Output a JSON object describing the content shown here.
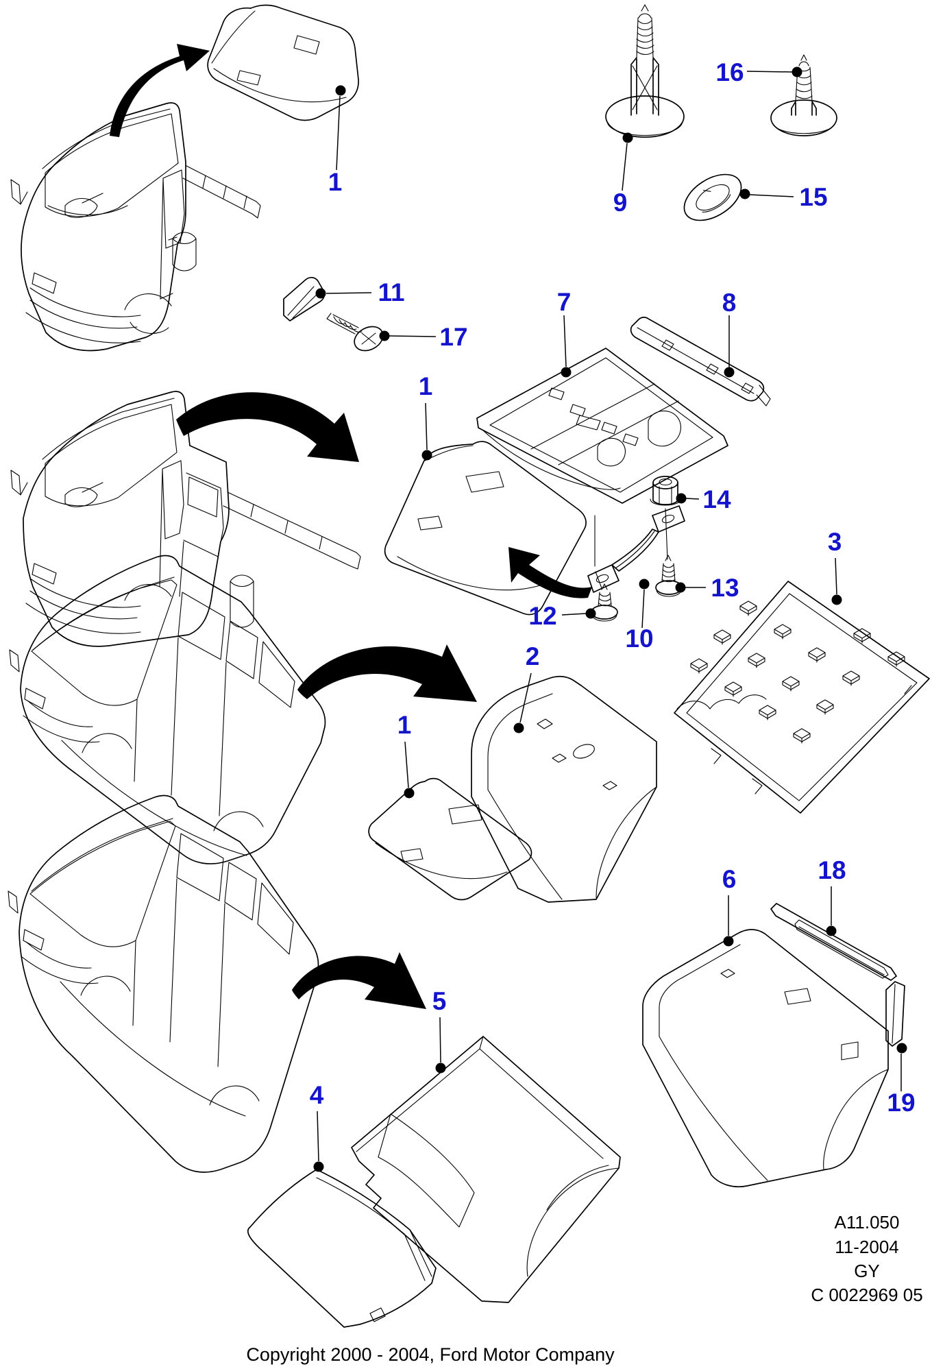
{
  "diagram": {
    "title_hidden": "",
    "colors": {
      "callout": "#1414CC",
      "line": "#000000",
      "background": "#FFFFFF"
    },
    "callouts": [
      {
        "id": "1a",
        "number": "1"
      },
      {
        "id": "9",
        "number": "9"
      },
      {
        "id": "16",
        "number": "16"
      },
      {
        "id": "15",
        "number": "15"
      },
      {
        "id": "11",
        "number": "11"
      },
      {
        "id": "17",
        "number": "17"
      },
      {
        "id": "1b",
        "number": "1"
      },
      {
        "id": "7",
        "number": "7"
      },
      {
        "id": "8",
        "number": "8"
      },
      {
        "id": "14",
        "number": "14"
      },
      {
        "id": "13",
        "number": "13"
      },
      {
        "id": "12",
        "number": "12"
      },
      {
        "id": "10",
        "number": "10"
      },
      {
        "id": "2",
        "number": "2"
      },
      {
        "id": "3",
        "number": "3"
      },
      {
        "id": "1c",
        "number": "1"
      },
      {
        "id": "6",
        "number": "6"
      },
      {
        "id": "18",
        "number": "18"
      },
      {
        "id": "5",
        "number": "5"
      },
      {
        "id": "4",
        "number": "4"
      },
      {
        "id": "19",
        "number": "19"
      }
    ],
    "footer": {
      "reference": "A11.050",
      "date": "11-2004",
      "code": "GY",
      "drawing_number": "C 0022969 05",
      "copyright": "Copyright 2000 - 2004, Ford Motor Company"
    }
  }
}
